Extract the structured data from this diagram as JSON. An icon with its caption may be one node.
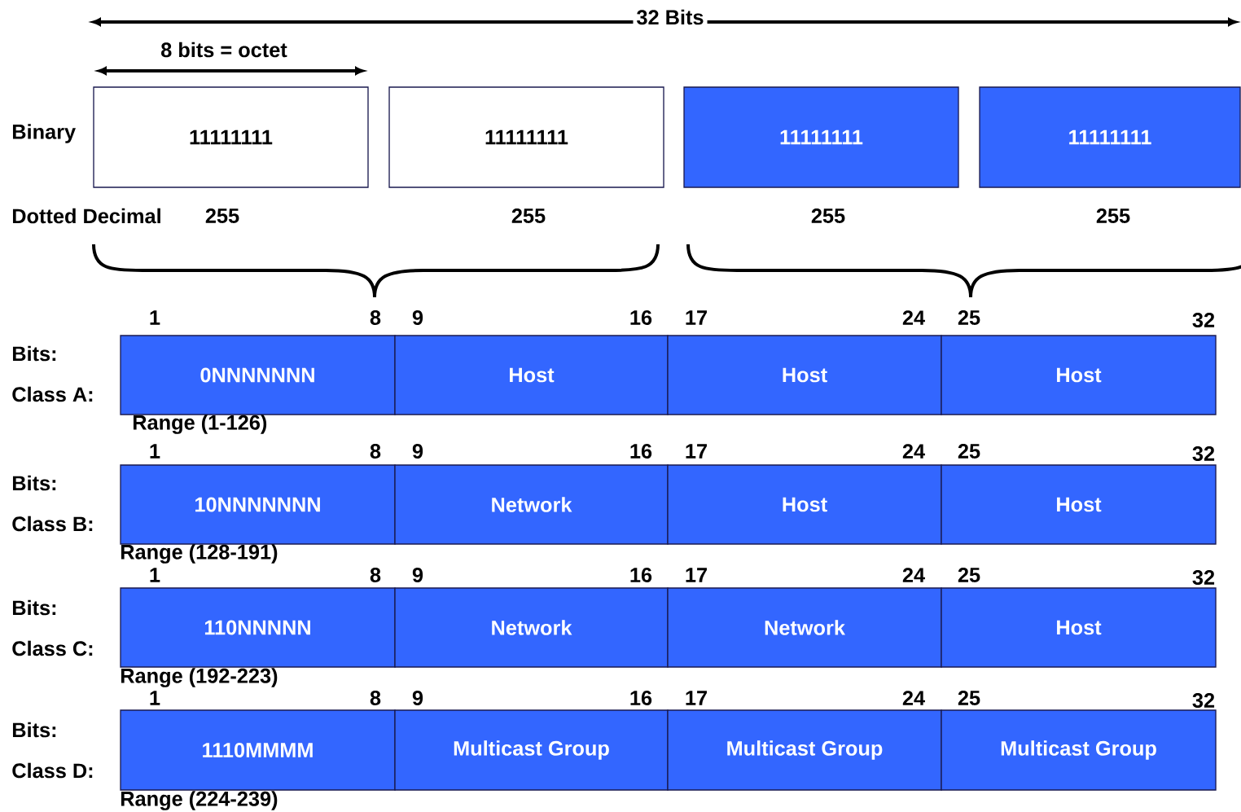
{
  "diagram": {
    "nodes": [
      {
        "text": [
          "11111111"
        ],
        "beside": [
          "255"
        ]
      },
      {
        "text": [
          "11111111"
        ],
        "beside": [
          "255"
        ]
      },
      {
        "text": [
          "11111111"
        ],
        "beside": [
          "255"
        ]
      },
      {
        "text": [
          "11111111"
        ],
        "beside": [
          "255"
        ]
      },
      {
        "text": [
          "0NNNNNNN"
        ]
      },
      {
        "text": [
          "Host"
        ]
      },
      {
        "text": [
          "Host"
        ]
      },
      {
        "text": [
          "Host"
        ]
      },
      {
        "text": [
          "10NNNNNNN"
        ]
      },
      {
        "text": [
          "Network"
        ]
      },
      {
        "text": [
          "Host"
        ]
      },
      {
        "text": [
          "Host"
        ]
      },
      {
        "text": [
          "110NNNNN"
        ]
      },
      {
        "text": [
          "Network"
        ]
      },
      {
        "text": [
          "Network"
        ]
      },
      {
        "text": [
          "Host"
        ]
      },
      {
        "text": [
          "1110MMMM"
        ]
      },
      {
        "text": [
          "Multicast Group"
        ]
      },
      {
        "text": [
          "Multicast Group"
        ]
      },
      {
        "text": [
          "Multicast Group"
        ]
      }
    ],
    "labels": [
      "32 Bits",
      "8 bits = octet",
      "Binary",
      "Dotted Decimal",
      "1",
      "8",
      "9",
      "16",
      "17",
      "24",
      "25",
      "32",
      "Bits:",
      "Class A:",
      "Range (1-126)",
      "1",
      "8",
      "9",
      "16",
      "17",
      "24",
      "25",
      "32",
      "Bits:",
      "Class B:",
      "Range (128-191)",
      "1",
      "8",
      "9",
      "16",
      "17",
      "24",
      "25",
      "32",
      "Bits:",
      "Class C:",
      "Range (192-223)",
      "1",
      "8",
      "9",
      "16",
      "17",
      "24",
      "25",
      "32",
      "Bits:",
      "Class D:",
      "Range (224-239)"
    ]
  }
}
